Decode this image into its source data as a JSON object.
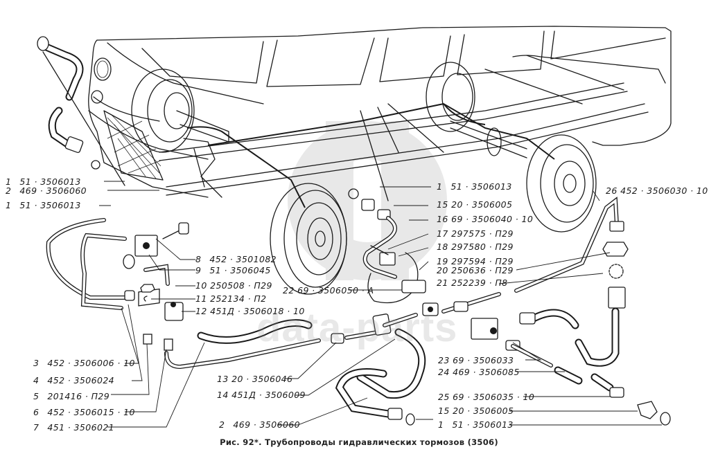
{
  "caption": "Рис. 92*. Трубопроводы гидравлических тормозов (3506)",
  "watermark": {
    "text": "data-parts",
    "logo": "dp-logo"
  },
  "callouts": [
    {
      "id": "c1a",
      "num": "1",
      "part": "51 · 3506013"
    },
    {
      "id": "c2a",
      "num": "2",
      "part": "469 · 3506060"
    },
    {
      "id": "c1b",
      "num": "1",
      "part": "51 · 3506013"
    },
    {
      "id": "c8",
      "num": "8",
      "part": "452 · 3501082"
    },
    {
      "id": "c9",
      "num": "9",
      "part": "51 · 3506045"
    },
    {
      "id": "c10",
      "num": "10",
      "part": "250508 · П29"
    },
    {
      "id": "c11",
      "num": "11",
      "part": "252134 · П2"
    },
    {
      "id": "c12",
      "num": "12",
      "part": "451Д · 3506018 · 10"
    },
    {
      "id": "c22",
      "num": "22",
      "part": "69 · 3506050 · А"
    },
    {
      "id": "c1c",
      "num": "1",
      "part": "51 · 3506013"
    },
    {
      "id": "c15a",
      "num": "15",
      "part": "20 · 3506005"
    },
    {
      "id": "c16",
      "num": "16",
      "part": "69 · 3506040 · 10"
    },
    {
      "id": "c17",
      "num": "17",
      "part": "297575 · П29"
    },
    {
      "id": "c18",
      "num": "18",
      "part": "297580 · П29"
    },
    {
      "id": "c19",
      "num": "19",
      "part": "297594 · П29"
    },
    {
      "id": "c20",
      "num": "20",
      "part": "250636 · П29"
    },
    {
      "id": "c21",
      "num": "21",
      "part": "252239 · П8"
    },
    {
      "id": "c26",
      "num": "26",
      "part": "452 · 3506030 · 10"
    },
    {
      "id": "c3",
      "num": "3",
      "part": "452 · 3506006 · 10"
    },
    {
      "id": "c4",
      "num": "4",
      "part": "452 · 3506024"
    },
    {
      "id": "c5",
      "num": "5",
      "part": "201416 · П29"
    },
    {
      "id": "c6",
      "num": "6",
      "part": "452 · 3506015 · 10"
    },
    {
      "id": "c7",
      "num": "7",
      "part": "451 · 3506021"
    },
    {
      "id": "c13",
      "num": "13",
      "part": "20 · 3506046"
    },
    {
      "id": "c14",
      "num": "14",
      "part": "451Д · 3506009"
    },
    {
      "id": "c23",
      "num": "23",
      "part": "69 · 3506033"
    },
    {
      "id": "c24",
      "num": "24",
      "part": "469 · 3506085"
    },
    {
      "id": "c25",
      "num": "25",
      "part": "69 · 3506035 · 10"
    },
    {
      "id": "c15b",
      "num": "15",
      "part": "20 · 3506005"
    },
    {
      "id": "c1d",
      "num": "1",
      "part": "51 · 3506013"
    },
    {
      "id": "c2b",
      "num": "2",
      "part": "469 · 3506060"
    }
  ]
}
